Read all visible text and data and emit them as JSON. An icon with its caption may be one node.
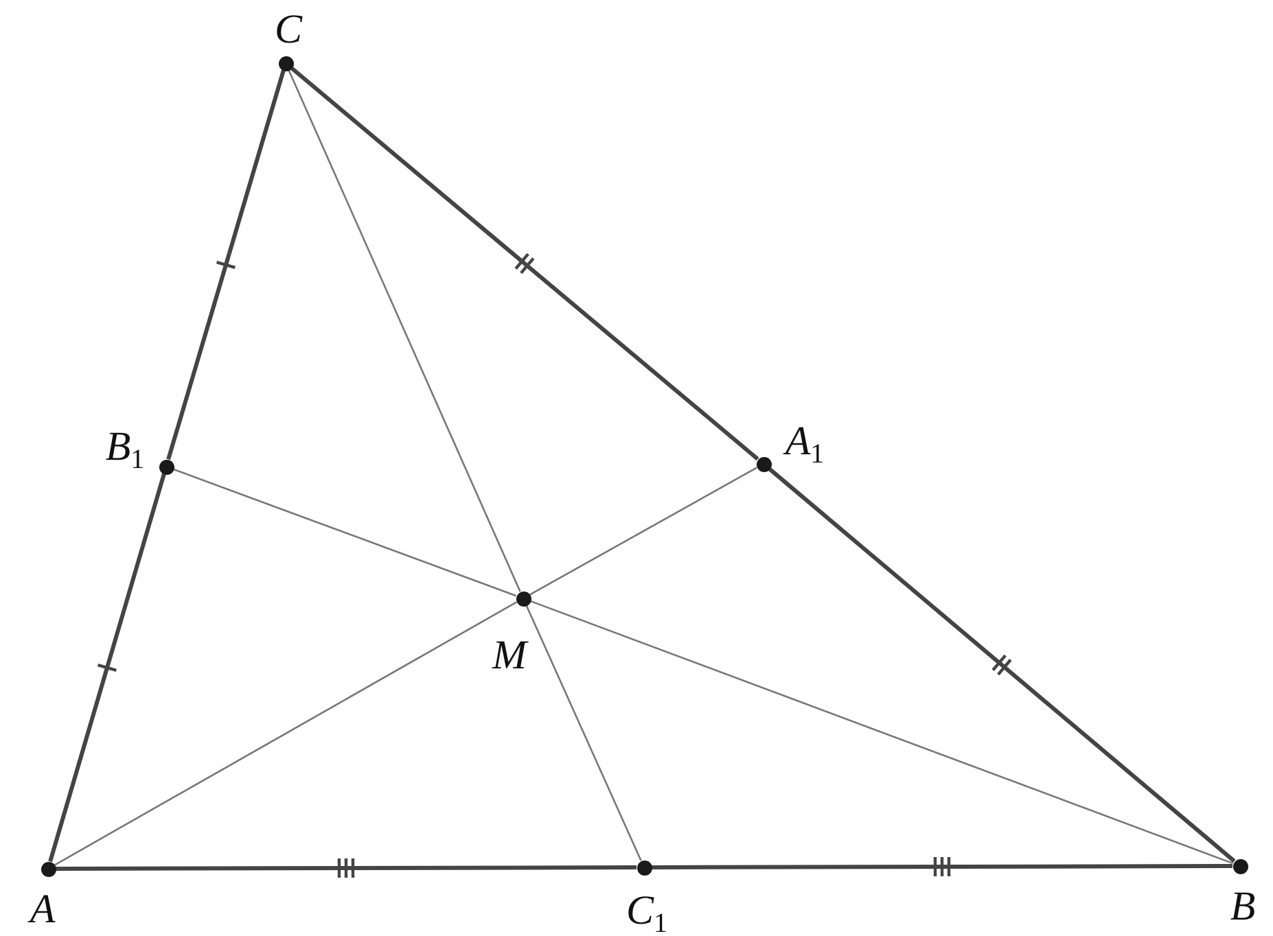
{
  "diagram": {
    "nodes": [
      {
        "text": [
          "C"
        ]
      },
      {
        "text": [
          "B$_{1}$"
        ]
      },
      {
        "text": [
          "A$_{1}$"
        ]
      },
      {
        "text": [
          "M"
        ]
      },
      {
        "text": [
          "A"
        ]
      },
      {
        "text": [
          "C$_{1}$"
        ]
      },
      {
        "text": [
          "B"
        ]
      }
    ],
    "edges": [
      {
        "from": 4,
        "to": 1,
        "arrow": "none",
        "style": "thick"
      },
      {
        "from": 1,
        "to": 0,
        "arrow": "none",
        "style": "thick"
      },
      {
        "from": 0,
        "to": 2,
        "arrow": "none",
        "style": "thick"
      },
      {
        "from": 2,
        "to": 6,
        "arrow": "none",
        "style": "thick"
      },
      {
        "from": 4,
        "to": 5,
        "arrow": "none",
        "style": "thick"
      },
      {
        "from": 5,
        "to": 6,
        "arrow": "none",
        "style": "thick"
      },
      {
        "from": 4,
        "to": 3,
        "arrow": "none"
      },
      {
        "from": 3,
        "to": 2,
        "arrow": "none"
      },
      {
        "from": 6,
        "to": 3,
        "arrow": "none"
      },
      {
        "from": 3,
        "to": 1,
        "arrow": "none"
      },
      {
        "from": 0,
        "to": 3,
        "arrow": "none"
      },
      {
        "from": 3,
        "to": 5,
        "arrow": "none"
      }
    ]
  }
}
